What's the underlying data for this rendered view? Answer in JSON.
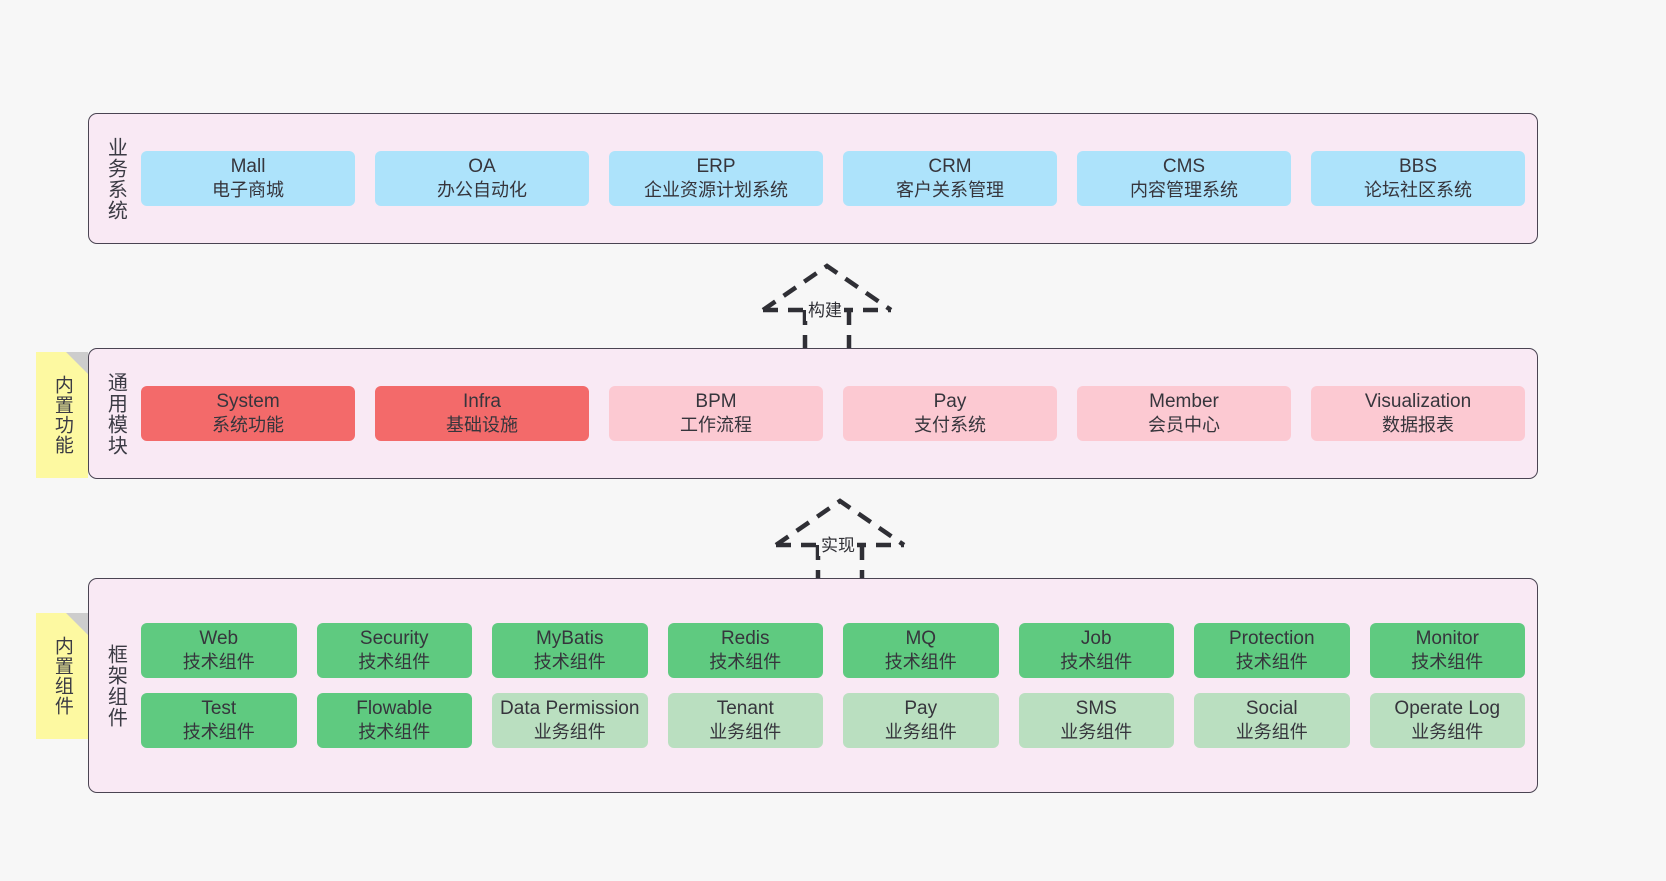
{
  "diagram": {
    "background_color": "#f7f7f7",
    "layer_bg_color": "#f9e9f4",
    "layer_border_color": "#4a4452",
    "note_color": "#fdf9a1"
  },
  "layers": [
    {
      "title": "业务系统",
      "accent": "#ade3fb",
      "rows": [
        [
          {
            "en": "Mall",
            "cn": "电子商城"
          },
          {
            "en": "OA",
            "cn": "办公自动化"
          },
          {
            "en": "ERP",
            "cn": "企业资源计划系统"
          },
          {
            "en": "CRM",
            "cn": "客户关系管理"
          },
          {
            "en": "CMS",
            "cn": "内容管理系统"
          },
          {
            "en": "BBS",
            "cn": "论坛社区系统"
          }
        ]
      ]
    },
    {
      "title": "通用模块",
      "accent": "#f36a6a",
      "rows": [
        [
          {
            "en": "System",
            "cn": "系统功能"
          },
          {
            "en": "Infra",
            "cn": "基础设施"
          },
          {
            "en": "BPM",
            "cn": "工作流程"
          },
          {
            "en": "Pay",
            "cn": "支付系统"
          },
          {
            "en": "Member",
            "cn": "会员中心"
          },
          {
            "en": "Visualization",
            "cn": "数据报表"
          }
        ]
      ]
    },
    {
      "title": "框架组件",
      "accent": "#5fca80",
      "rows": [
        [
          {
            "en": "Web",
            "cn": "技术组件"
          },
          {
            "en": "Security",
            "cn": "技术组件"
          },
          {
            "en": "MyBatis",
            "cn": "技术组件"
          },
          {
            "en": "Redis",
            "cn": "技术组件"
          },
          {
            "en": "MQ",
            "cn": "技术组件"
          },
          {
            "en": "Job",
            "cn": "技术组件"
          },
          {
            "en": "Protection",
            "cn": "技术组件"
          },
          {
            "en": "Monitor",
            "cn": "技术组件"
          }
        ],
        [
          {
            "en": "Test",
            "cn": "技术组件"
          },
          {
            "en": "Flowable",
            "cn": "技术组件"
          },
          {
            "en": "Data Permission",
            "cn": "业务组件"
          },
          {
            "en": "Tenant",
            "cn": "业务组件"
          },
          {
            "en": "Pay",
            "cn": "业务组件"
          },
          {
            "en": "SMS",
            "cn": "业务组件"
          },
          {
            "en": "Social",
            "cn": "业务组件"
          },
          {
            "en": "Operate Log",
            "cn": "业务组件"
          }
        ]
      ]
    }
  ],
  "notes": [
    {
      "text": "内置功能"
    },
    {
      "text": "内置组件"
    }
  ],
  "arrows": [
    {
      "label": "构建"
    },
    {
      "label": "实现"
    }
  ]
}
